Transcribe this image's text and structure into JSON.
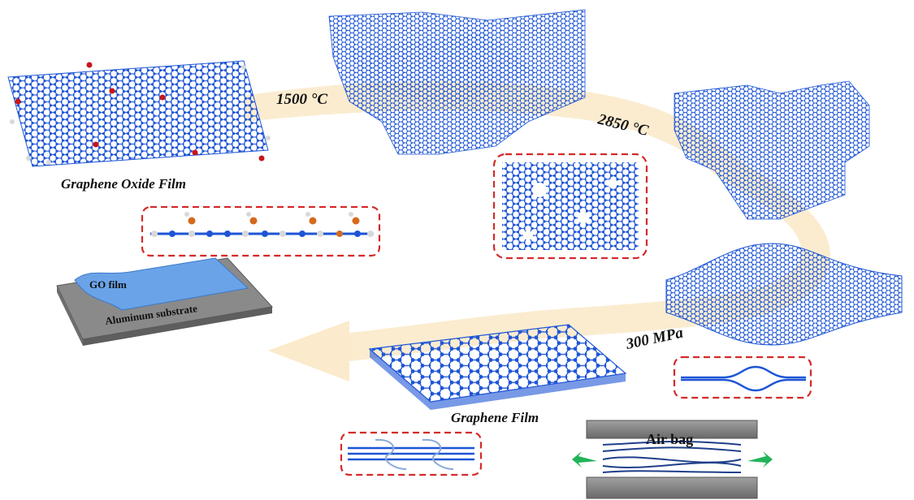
{
  "labels": {
    "temp_1": "1500 °C",
    "temp_2": "2850 °C",
    "pressure": "300 MPa",
    "go_film_caption": "Graphene Oxide Film",
    "graphene_film_caption": "Graphene Film",
    "go_film": "GO film",
    "aluminum_substrate": "Aluminum substrate",
    "air_bag": "Air bag"
  },
  "colors": {
    "arrow_band": "#fbeacb",
    "lattice_blue": "#1e55d6",
    "lattice_bond": "#2a5fd8",
    "hydrogen": "#d9d9d9",
    "oxygen": "#c8151b",
    "carbonyl": "#d46a1c",
    "inset_border": "#d42a2a",
    "substrate": "#8a8a8a",
    "press_plate": "#7d7d7d",
    "go_film_fill": "#6aa3e8",
    "gas_arrow": "#22b35a"
  },
  "icons": {
    "lattice": "graphene-hexagon-lattice",
    "defect": "vacancy-defect",
    "press": "hydraulic-press-plate",
    "gas": "gas-escape-arrow"
  }
}
